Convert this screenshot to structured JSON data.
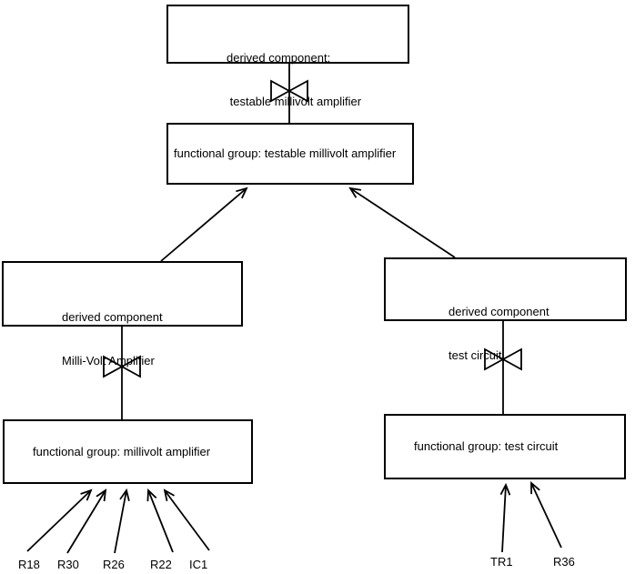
{
  "diagram": {
    "nodes": {
      "top_derived": {
        "line1": "derived component:",
        "line2": " testable millivolt amplifier"
      },
      "top_functional": {
        "label": "functional group: testable millivolt amplifier"
      },
      "left_derived": {
        "line1": "derived component",
        "line2": "Milli-Volt Amplifier"
      },
      "right_derived": {
        "line1": "derived component",
        "line2": "test circuit"
      },
      "left_functional": {
        "label": "functional group: millivolt amplifier"
      },
      "right_functional": {
        "label": "functional group: test circuit"
      }
    },
    "component_labels": {
      "left": [
        "R18",
        "R30",
        "R26",
        "R22",
        "IC1"
      ],
      "right": [
        "TR1",
        "R36"
      ]
    },
    "colors": {
      "line": "#000000",
      "background": "#ffffff",
      "box_fill": "#ffffff"
    }
  }
}
